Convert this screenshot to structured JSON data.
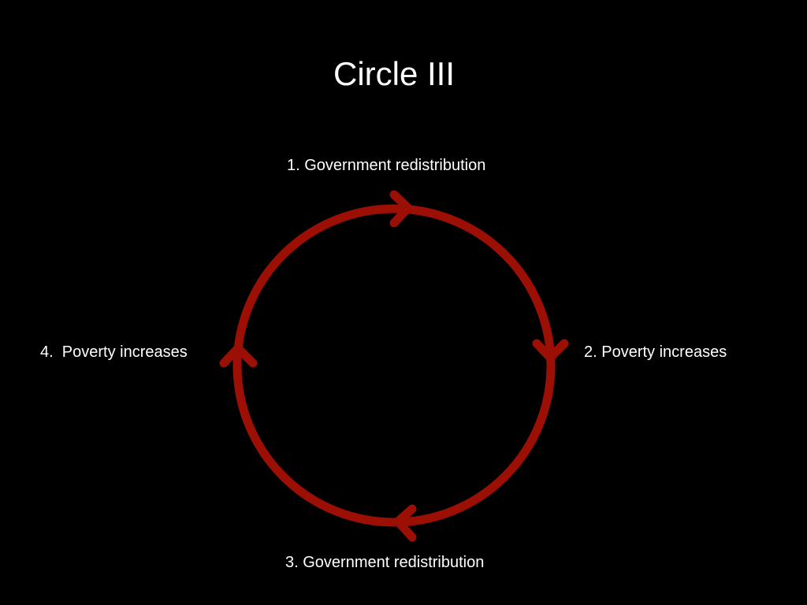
{
  "slide": {
    "title": "Circle III",
    "background": "#000000",
    "accent": "#9b0f05"
  },
  "cycle": {
    "steps": [
      {
        "label": "1. Government redistribution",
        "position": "top",
        "arrow_direction": "right"
      },
      {
        "label": "2. Poverty increases",
        "position": "right",
        "arrow_direction": "down"
      },
      {
        "label": "3. Government redistribution",
        "position": "bottom",
        "arrow_direction": "left"
      },
      {
        "label": "4.  Poverty increases",
        "position": "left",
        "arrow_direction": "up"
      }
    ],
    "direction": "clockwise"
  }
}
